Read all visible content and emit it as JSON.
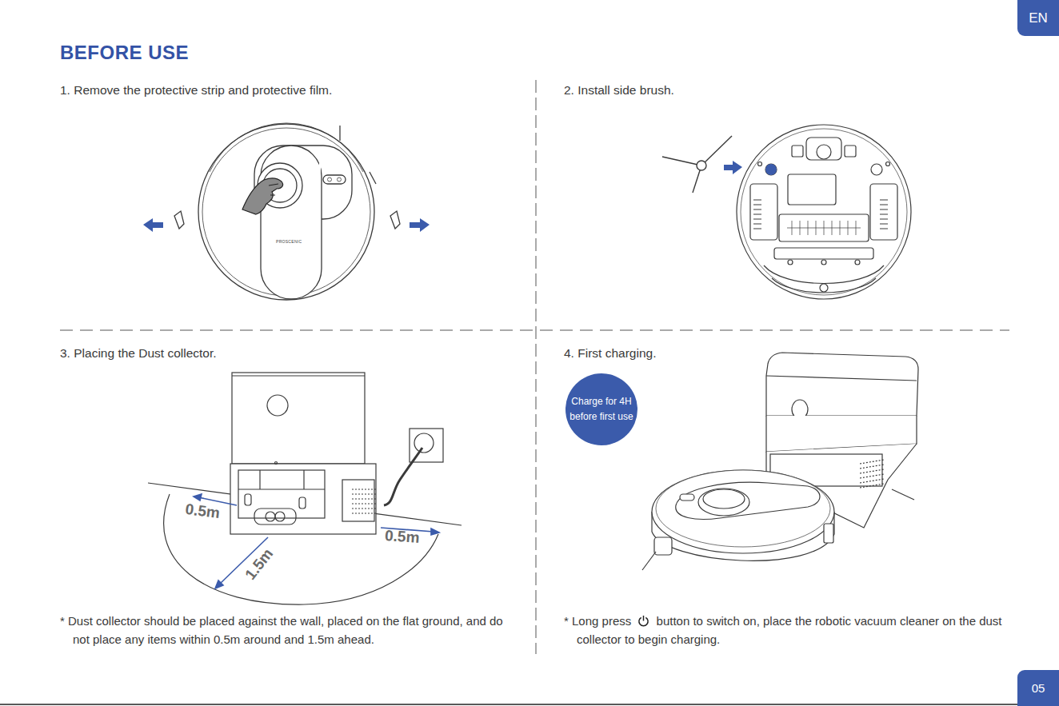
{
  "diagram": {
    "title": "BEFORE USE",
    "nodes": [
      {
        "text": [
          "EN"
        ]
      },
      {
        "text": [
          "Charge for 4H before first use"
        ]
      },
      {
        "text": [
          "05"
        ]
      }
    ],
    "labels": [
      "1. Remove the protective strip and protective film.",
      "2. Install side brush.",
      "PROSCENIC",
      "3. Placing the Dust collector.",
      "0.5m",
      "0.5m",
      "1.5m",
      "* Dust collector should be placed against the wall, placed on the flat ground, and do not place any items within 0.5m around and 1.5m ahead.",
      "4. First charging.",
      "* Long press",
      "button to switch on, place the robotic vacuum cleaner on the dust collector to begin charging."
    ]
  }
}
